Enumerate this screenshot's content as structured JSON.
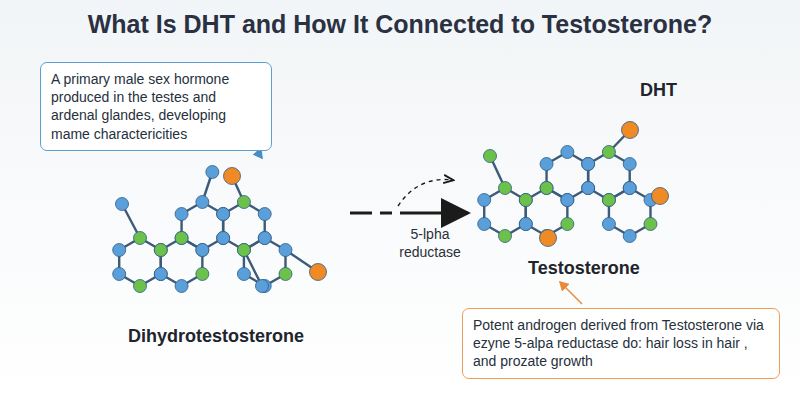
{
  "diagram": {
    "title": "What Is DHT and How It Connected to Testosterone?",
    "nodes": [
      {
        "text": [
          "A primary male sex hormone produced in the testes and ardenal glandes, developing mame charactericities"
        ]
      },
      {
        "text": [
          "Potent androgen derived from Testosterone via ezyne 5-alpa reductase do: hair loss in hair , and prozate growth"
        ]
      }
    ],
    "labels": [
      "DHT",
      "5-lpha reductase",
      "Testosterone",
      "Dihydrotestosterone"
    ]
  }
}
